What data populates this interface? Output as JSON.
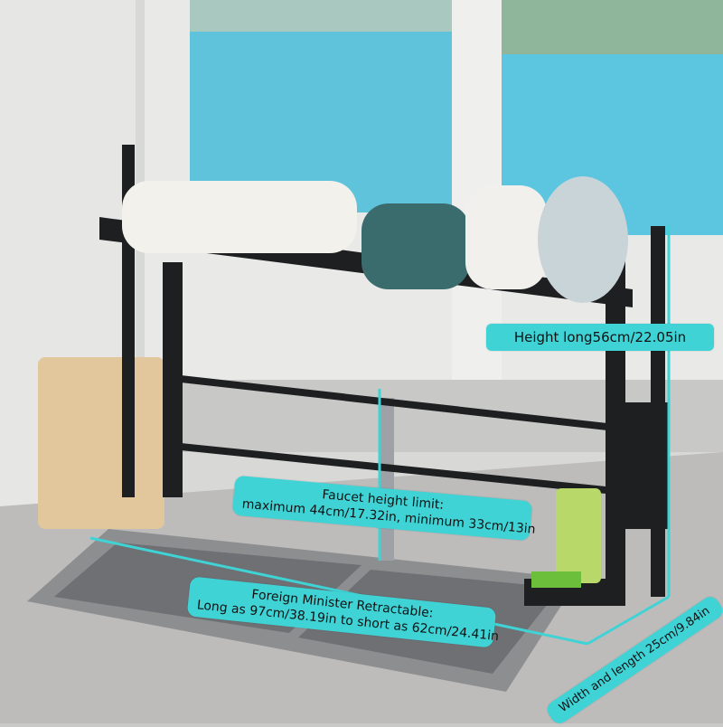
{
  "annotations": {
    "height": "Height long56cm/22.05in",
    "faucet_title": "Faucet height limit:",
    "faucet_range": "maximum 44cm/17.32in, minimum 33cm/13in",
    "retract_title": "Foreign Minister Retractable:",
    "retract_range": "Long as 97cm/38.19in to short as 62cm/24.41in",
    "width": "Width and length 25cm/9.84in"
  },
  "colors": {
    "annotation": "#3fd3d6",
    "rack": "#1e1f21",
    "water": "#5cc6e0"
  }
}
